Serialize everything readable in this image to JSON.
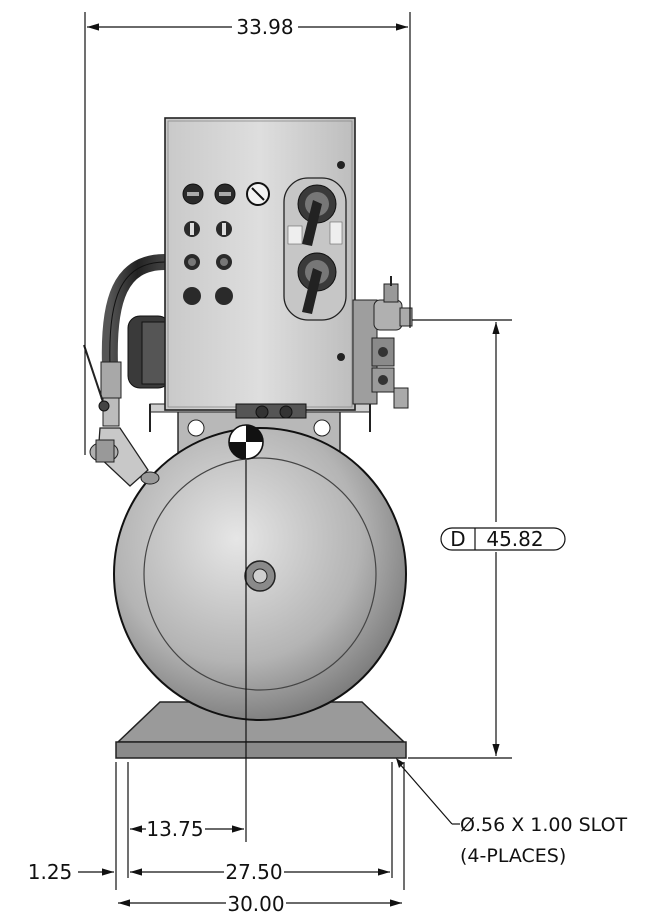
{
  "drawing": {
    "overall_width": "33.98",
    "height_label": "D",
    "height": "45.82",
    "center_to_anchor": "13.75",
    "anchor_offset": "1.25",
    "anchor_spacing": "27.50",
    "base_width": "30.00",
    "slot_note_line1": "Ø.56 X 1.00 SLOT",
    "slot_note_line2": "(4-PLACES)"
  }
}
